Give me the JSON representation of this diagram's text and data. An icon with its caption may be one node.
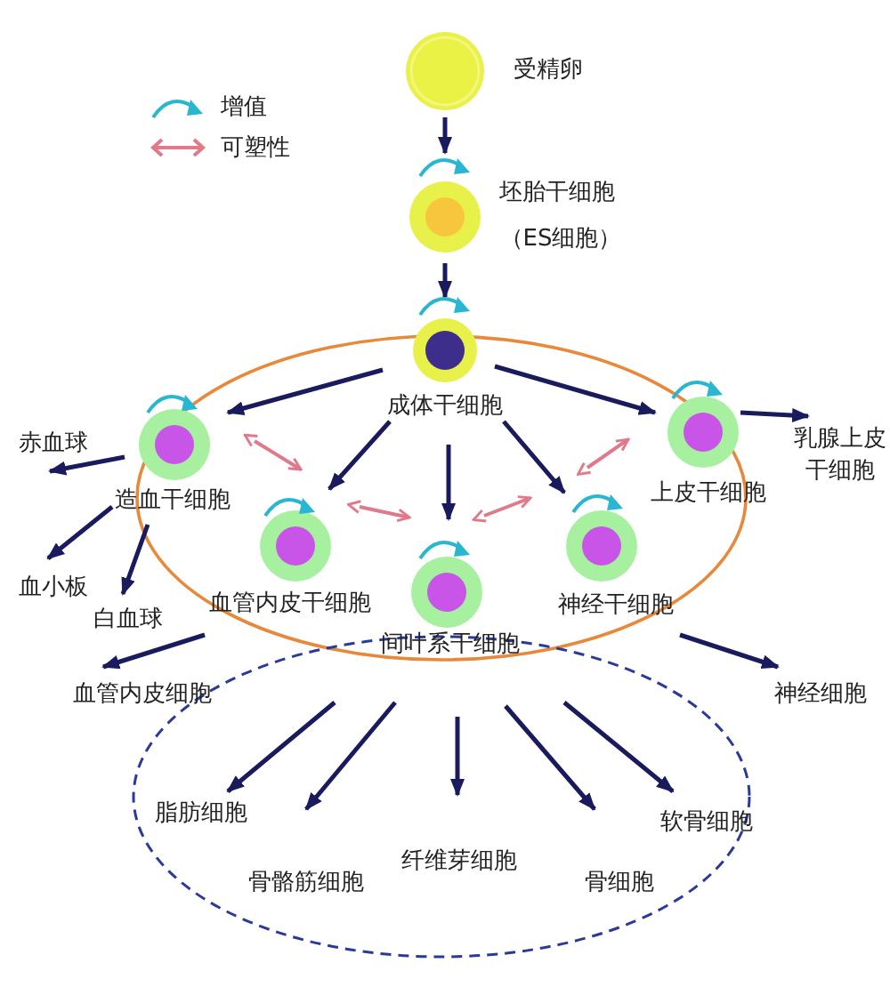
{
  "diagram": {
    "nodes": [
      {
        "text": [
          "受精卵"
        ]
      },
      {
        "text": [
          "坯胎干细胞",
          "（ES细胞）"
        ]
      },
      {
        "text": [
          "成体干细胞"
        ]
      },
      {
        "text": [
          "造血干细胞"
        ]
      },
      {
        "text": [
          "上皮干细胞"
        ]
      },
      {
        "text": [
          "血管内皮干细胞"
        ]
      },
      {
        "text": [
          "间叶系干细胞"
        ]
      },
      {
        "text": [
          "神经干细胞"
        ]
      },
      {
        "text": [
          "赤血球"
        ]
      },
      {
        "text": [
          "血小板"
        ]
      },
      {
        "text": [
          "白血球"
        ]
      },
      {
        "text": [
          "乳腺上皮干细胞"
        ]
      },
      {
        "text": [
          "血管内皮细胞"
        ]
      },
      {
        "text": [
          "神经细胞"
        ]
      },
      {
        "text": [
          "脂肪细胞"
        ]
      },
      {
        "text": [
          "骨骼筋细胞"
        ]
      },
      {
        "text": [
          "纤维芽细胞"
        ]
      },
      {
        "text": [
          "骨细胞"
        ]
      },
      {
        "text": [
          "软骨细胞"
        ]
      }
    ],
    "edges": [
      {
        "from": 0,
        "to": 1,
        "arrow": "to"
      },
      {
        "from": 1,
        "to": 2,
        "arrow": "to"
      },
      {
        "from": 2,
        "to": 3,
        "arrow": "to"
      },
      {
        "from": 2,
        "to": 4,
        "arrow": "to"
      },
      {
        "from": 2,
        "to": 5,
        "arrow": "to"
      },
      {
        "from": 2,
        "to": 6,
        "arrow": "to"
      },
      {
        "from": 2,
        "to": 7,
        "arrow": "to"
      },
      {
        "from": 3,
        "to": 8,
        "arrow": "to"
      },
      {
        "from": 3,
        "to": 9,
        "arrow": "to"
      },
      {
        "from": 3,
        "to": 10,
        "arrow": "to"
      },
      {
        "from": 4,
        "to": 11,
        "arrow": "to"
      },
      {
        "from": 5,
        "to": 12,
        "arrow": "to"
      },
      {
        "from": 7,
        "to": 13,
        "arrow": "to"
      },
      {
        "from": 6,
        "to": 14,
        "arrow": "to"
      },
      {
        "from": 6,
        "to": 15,
        "arrow": "to"
      },
      {
        "from": 6,
        "to": 16,
        "arrow": "to"
      },
      {
        "from": 6,
        "to": 17,
        "arrow": "to"
      },
      {
        "from": 6,
        "to": 18,
        "arrow": "to"
      },
      {
        "from": 3,
        "to": 5,
        "arrow": "both",
        "color": "#e07a8a"
      },
      {
        "from": 5,
        "to": 6,
        "arrow": "both",
        "color": "#e07a8a"
      },
      {
        "from": 6,
        "to": 7,
        "arrow": "both",
        "color": "#e07a8a"
      },
      {
        "from": 7,
        "to": 4,
        "arrow": "both",
        "color": "#e07a8a"
      }
    ],
    "legend": [
      {
        "text": "增值"
      },
      {
        "text": "可塑性"
      }
    ]
  }
}
